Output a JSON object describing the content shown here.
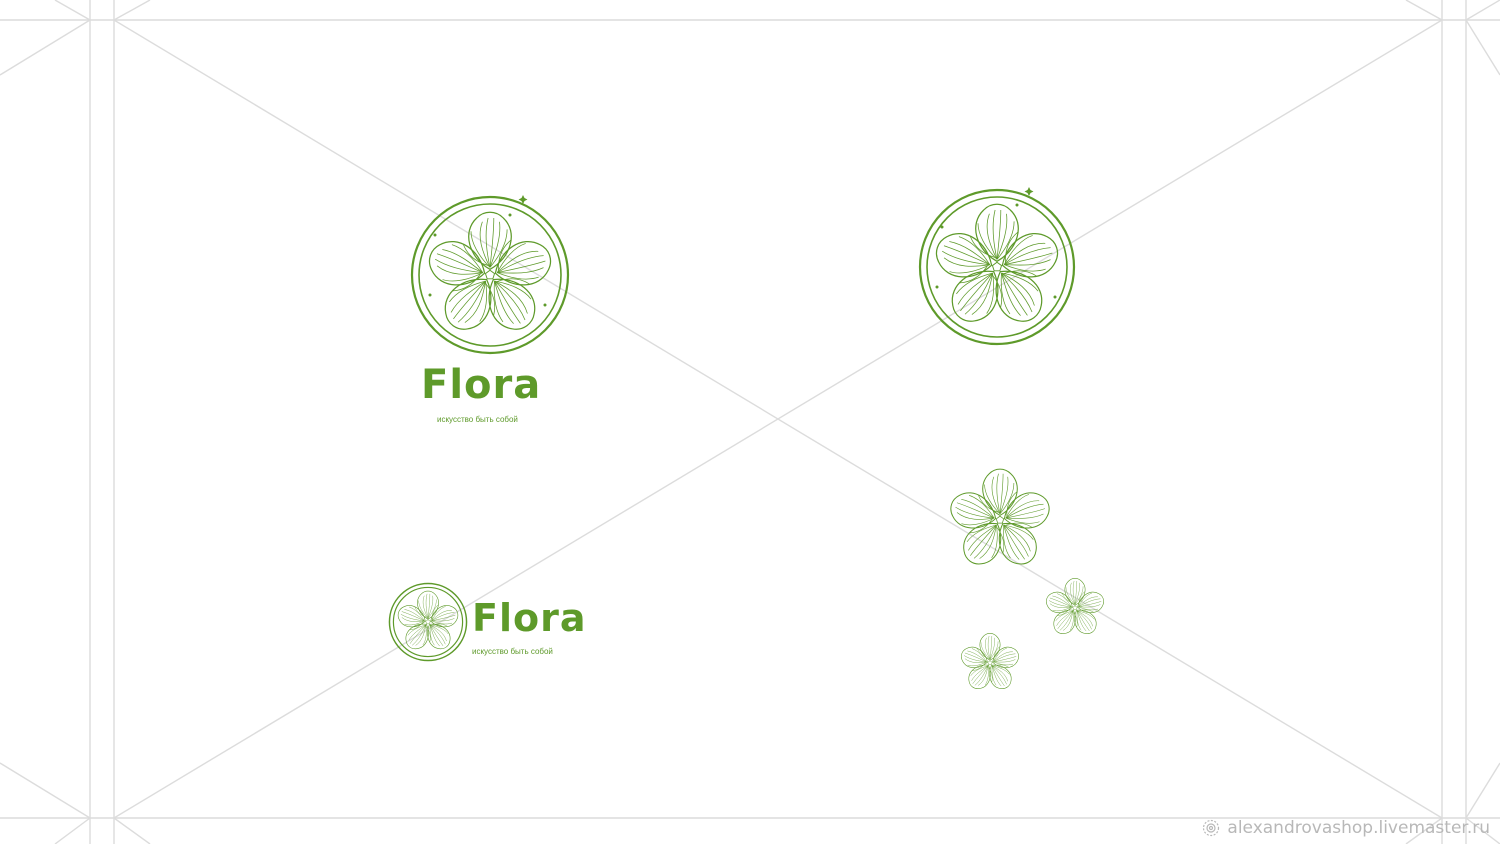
{
  "brand": {
    "name": "Flora",
    "tagline": "искусство быть собой",
    "color": "#5e9a2a"
  },
  "layout_variants": [
    {
      "id": "vertical-logo",
      "label": "Flora",
      "sub": "искусство быть собой"
    },
    {
      "id": "emblem-only"
    },
    {
      "id": "horizontal-logo",
      "label": "Flora",
      "sub": "искусство быть собой"
    },
    {
      "id": "flower-pattern"
    }
  ],
  "grid": {
    "line_color": "#d9d9d9"
  },
  "watermark": {
    "icon": "gear-flower-icon",
    "text": "alexandrovashop.livemaster.ru",
    "color": "#b8b8b8"
  }
}
